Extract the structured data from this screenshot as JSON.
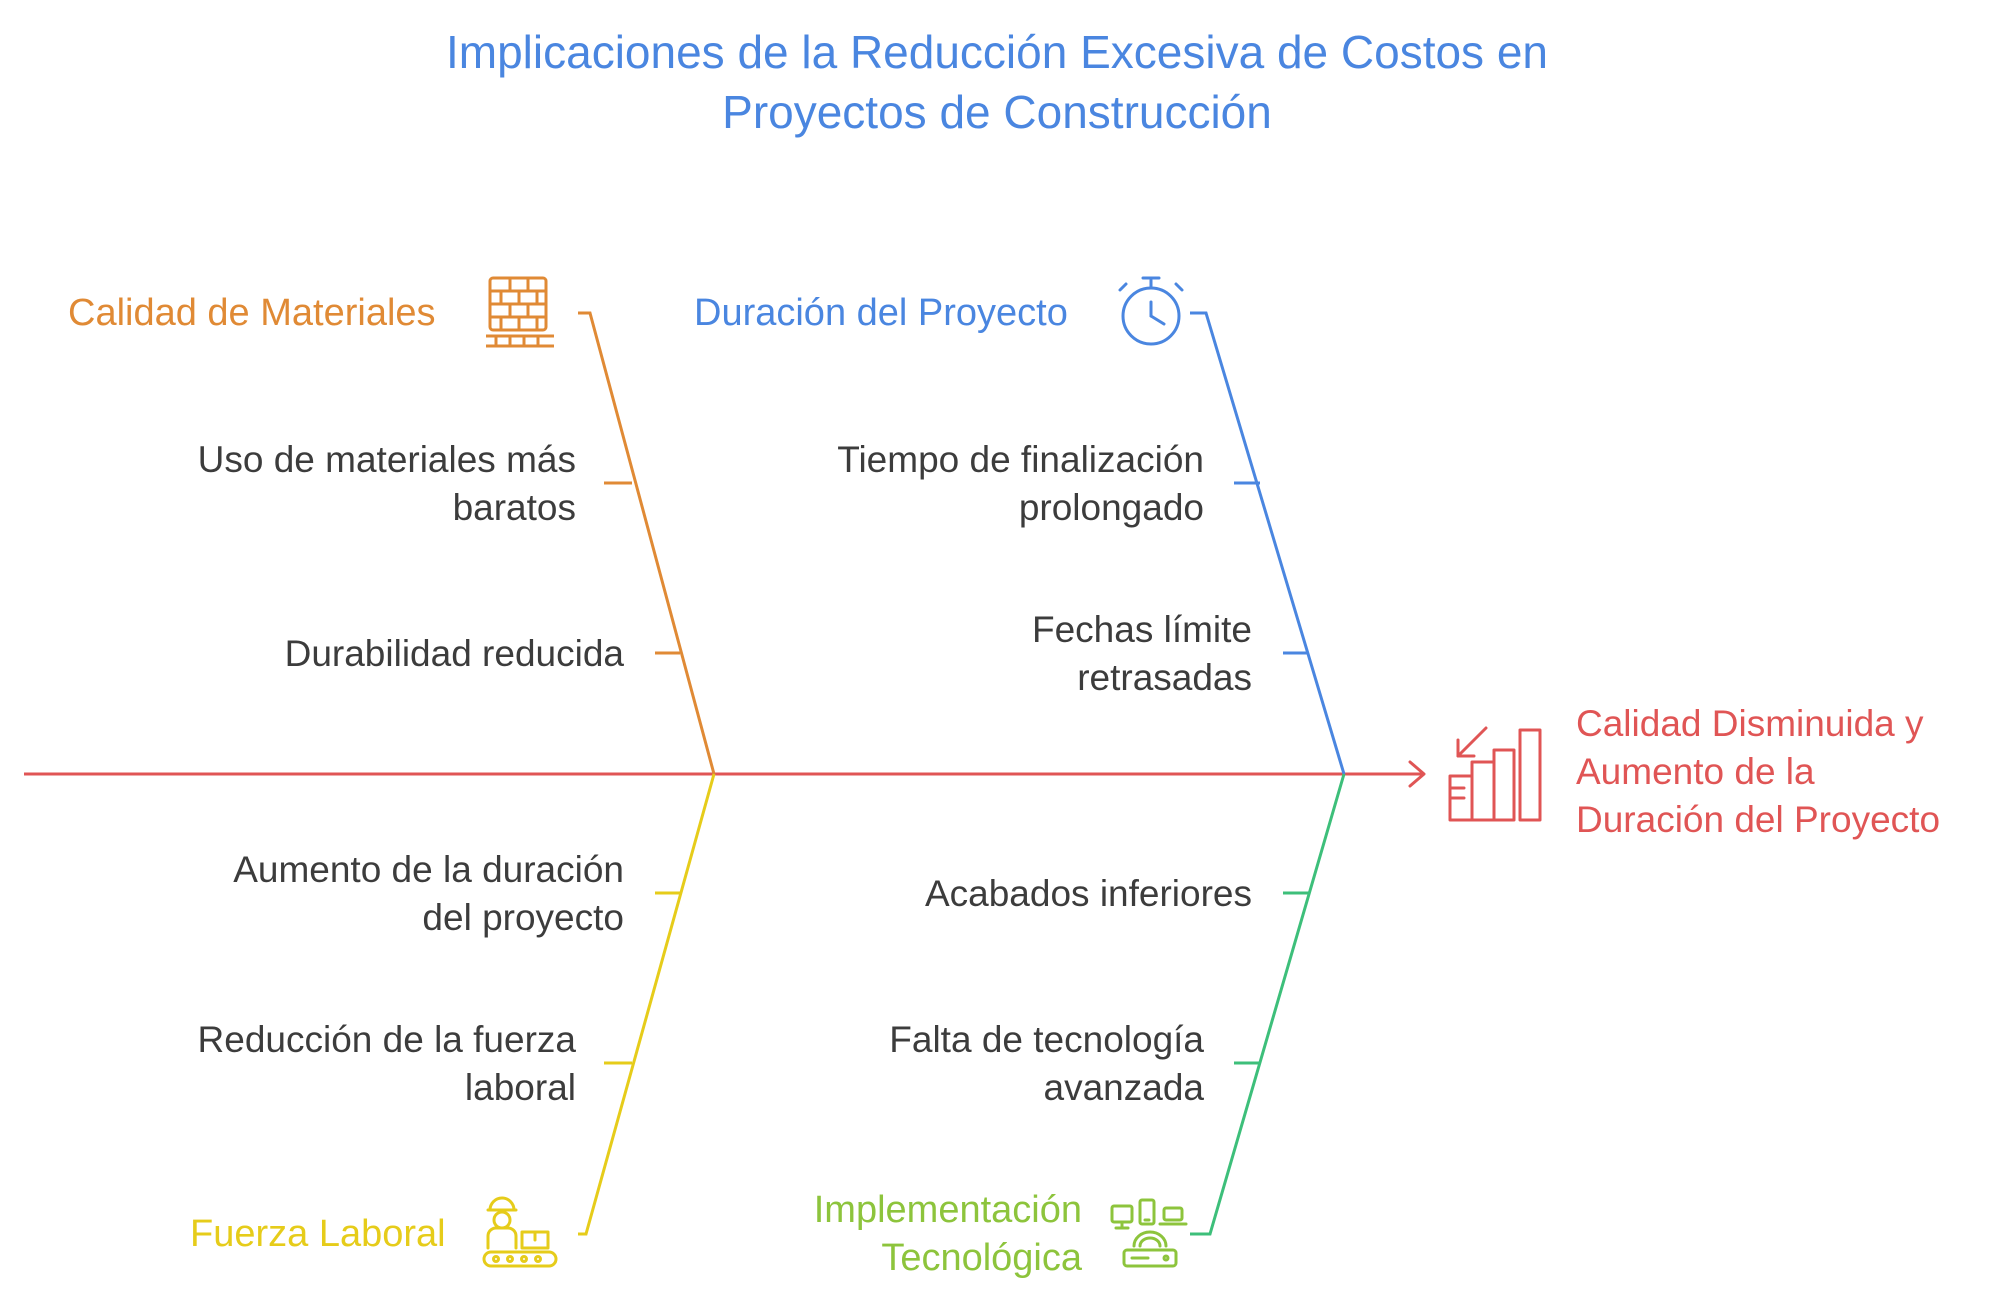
{
  "title": {
    "line1": "Implicaciones de la Reducción Excesiva de Costos en",
    "line2": "Proyectos de Construcción"
  },
  "effect": {
    "line1": "Calidad Disminuida y",
    "line2": "Aumento de la",
    "line3": "Duración del Proyecto",
    "icon": "declining-bar-chart-icon"
  },
  "categories": {
    "materiales": {
      "label": "Calidad de Materiales",
      "icon": "brick-wall-icon",
      "color": "#e08a35",
      "causes": [
        {
          "line1": "Uso de materiales más",
          "line2": "baratos"
        },
        {
          "line1": "Durabilidad reducida",
          "line2": ""
        }
      ]
    },
    "duracion": {
      "label": "Duración del Proyecto",
      "icon": "stopwatch-icon",
      "color": "#4a86e0",
      "causes": [
        {
          "line1": "Tiempo de finalización",
          "line2": "prolongado"
        },
        {
          "line1": "Fechas límite",
          "line2": "retrasadas"
        }
      ]
    },
    "fuerza": {
      "label": "Fuerza Laboral",
      "icon": "worker-conveyor-icon",
      "color": "#e6cc1a",
      "causes": [
        {
          "line1": "Aumento de la duración",
          "line2": "del proyecto"
        },
        {
          "line1": "Reducción de la fuerza",
          "line2": "laboral"
        }
      ]
    },
    "tecnologia": {
      "label_line1": "Implementación",
      "label_line2": "Tecnológica",
      "icon": "connected-devices-icon",
      "color": "#8dc43c",
      "causes": [
        {
          "line1": "Acabados inferiores",
          "line2": ""
        },
        {
          "line1": "Falta de tecnología",
          "line2": "avanzada"
        }
      ]
    }
  },
  "colors": {
    "spine": "#e05555",
    "title": "#4a86e0",
    "tech_bone": "#3dbf7a",
    "text": "#3c3c3c"
  }
}
